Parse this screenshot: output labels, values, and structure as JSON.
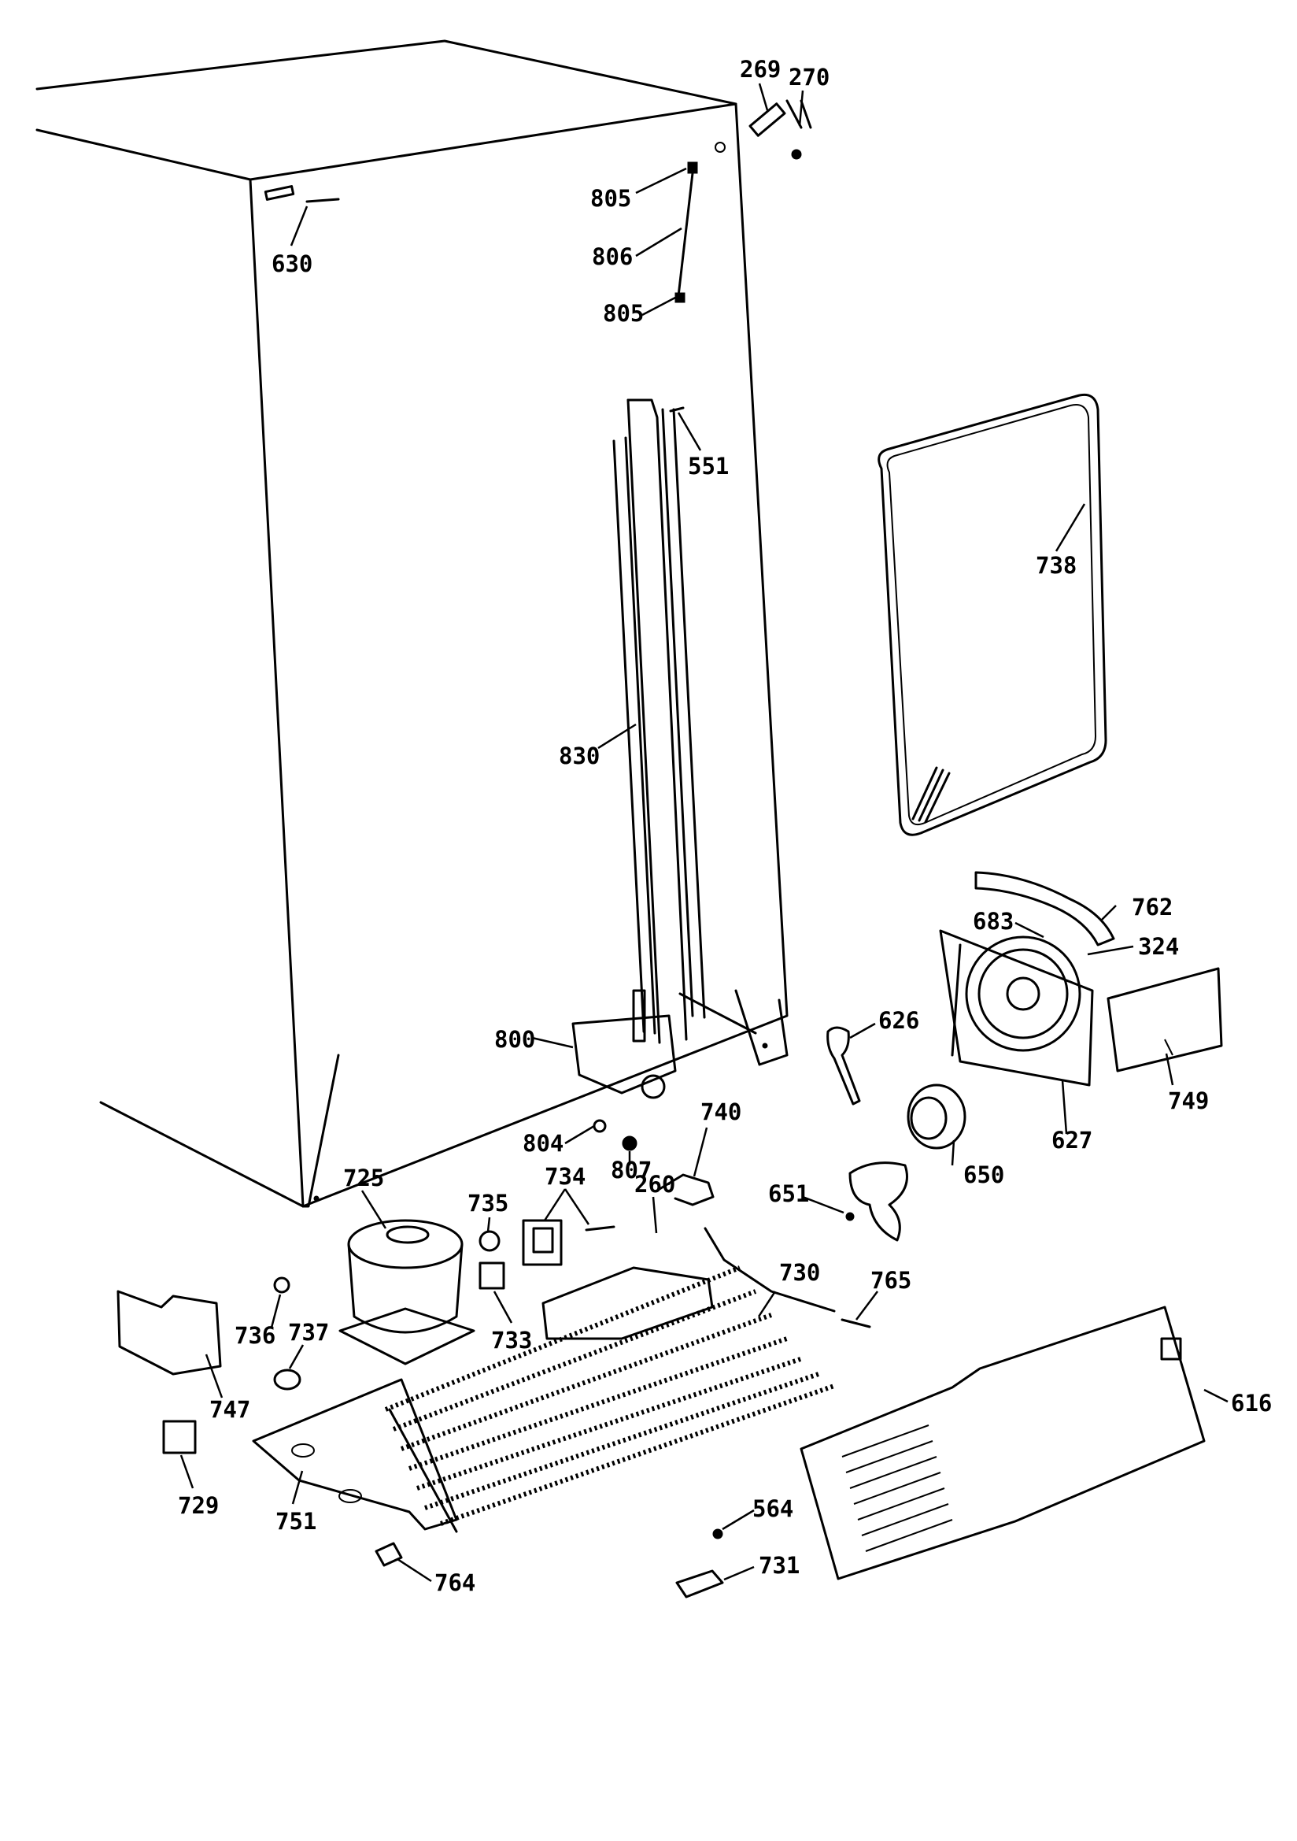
{
  "callouts": [
    {
      "id": "269",
      "label": "269"
    },
    {
      "id": "270",
      "label": "270"
    },
    {
      "id": "805a",
      "label": "805"
    },
    {
      "id": "806",
      "label": "806"
    },
    {
      "id": "805b",
      "label": "805"
    },
    {
      "id": "630",
      "label": "630"
    },
    {
      "id": "551",
      "label": "551"
    },
    {
      "id": "738",
      "label": "738"
    },
    {
      "id": "830",
      "label": "830"
    },
    {
      "id": "762",
      "label": "762"
    },
    {
      "id": "683",
      "label": "683"
    },
    {
      "id": "324",
      "label": "324"
    },
    {
      "id": "626",
      "label": "626"
    },
    {
      "id": "800",
      "label": "800"
    },
    {
      "id": "627",
      "label": "627"
    },
    {
      "id": "749",
      "label": "749"
    },
    {
      "id": "740",
      "label": "740"
    },
    {
      "id": "804",
      "label": "804"
    },
    {
      "id": "807",
      "label": "807"
    },
    {
      "id": "650",
      "label": "650"
    },
    {
      "id": "725",
      "label": "725"
    },
    {
      "id": "735",
      "label": "735"
    },
    {
      "id": "734",
      "label": "734"
    },
    {
      "id": "651",
      "label": "651"
    },
    {
      "id": "260",
      "label": "260"
    },
    {
      "id": "730",
      "label": "730"
    },
    {
      "id": "765",
      "label": "765"
    },
    {
      "id": "736",
      "label": "736"
    },
    {
      "id": "737",
      "label": "737"
    },
    {
      "id": "733",
      "label": "733"
    },
    {
      "id": "747",
      "label": "747"
    },
    {
      "id": "616",
      "label": "616"
    },
    {
      "id": "729",
      "label": "729"
    },
    {
      "id": "751",
      "label": "751"
    },
    {
      "id": "564",
      "label": "564"
    },
    {
      "id": "731",
      "label": "731"
    },
    {
      "id": "764",
      "label": "764"
    }
  ]
}
